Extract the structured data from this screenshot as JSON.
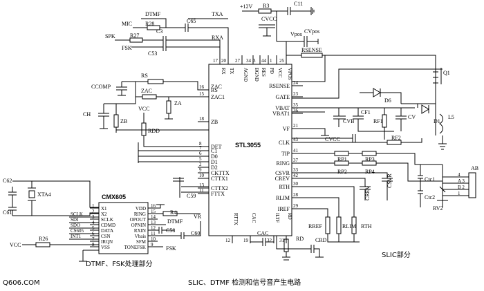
{
  "chips": {
    "slic": {
      "name": "STL3055"
    },
    "cmx": {
      "name": "CMX605"
    }
  },
  "labels": {
    "dtmf_top": "DTMF",
    "r28": "R28",
    "c65": "C65",
    "txa": "TXA",
    "mic": "MIC",
    "spk": "SPK",
    "r27": "R27",
    "c3": "C3",
    "rxa": "RXA",
    "fsk": "FSK",
    "c53": "C53",
    "plus12v": "+12V",
    "r3": "R3",
    "c11": "C11",
    "cvcc_top": "CVCC",
    "vpos": "Vpos",
    "cvpos": "CVpos",
    "rsense_top": "RSENSE",
    "q1": "Q1",
    "d6": "D6",
    "d1": "D1",
    "l5": "L5",
    "cvb": "CVB",
    "cf1": "CF1",
    "rf1": "RF1",
    "cv": "CV",
    "cvcc_mid": "CVCC",
    "rf2": "RF2",
    "rp1": "RP1",
    "rp3": "RP3",
    "rp2": "RP2",
    "rp4": "RP4",
    "csvr": "CSVR",
    "crev": "CREV",
    "ctc1": "Ctc1",
    "ctc2": "Ctc2",
    "rv2": "RV2",
    "ab": "AB",
    "rlim": "RLIM",
    "rth": "RTH",
    "rref": "RREF",
    "cac": "CAC",
    "rd": "RD",
    "crd": "CRD",
    "rs": "RS",
    "ccomp": "CCOMP",
    "zac": "ZAC",
    "za": "ZA",
    "ch": "CH",
    "zb": "ZB",
    "vcc1": "VCC",
    "rdd": "RDD",
    "c62": "C62",
    "c61": "C61",
    "xta4": "XTA4",
    "c59": "C59",
    "r4": "R4",
    "vr": "VR",
    "dtmf_mid": "DTMF",
    "c58": "C58",
    "c60": "C60",
    "fsk_mid": "FSK",
    "vcc2": "VCC",
    "r26": "R26"
  },
  "slic_pins_top": [
    {
      "num": "17",
      "name": "RX"
    },
    {
      "num": "20",
      "name": "TX"
    },
    {
      "num": "27",
      "name": "AGND"
    },
    {
      "num": "34",
      "name": "BGND"
    },
    {
      "num": "3",
      "name": "RES"
    },
    {
      "num": "44",
      "name": "PD"
    },
    {
      "num": "1",
      "name": "VCC"
    },
    {
      "num": "25",
      "name": "VPOS"
    }
  ],
  "slic_pins_left": [
    {
      "num": "16",
      "name": "RS"
    },
    {
      "num": "15",
      "name": "ZAC1"
    },
    {
      "num": "18",
      "name": "ZB"
    },
    {
      "num": "8",
      "name": "DET"
    },
    {
      "num": "7",
      "name": "C1"
    },
    {
      "num": "6",
      "name": "D0"
    },
    {
      "num": "5",
      "name": "D1"
    },
    {
      "num": "2",
      "name": "D2"
    },
    {
      "num": "9",
      "name": "CKTTX"
    },
    {
      "num": "10",
      "name": "CTTX1"
    },
    {
      "num": "13",
      "name": "CTTX2"
    },
    {
      "num": "11",
      "name": "FTTX"
    }
  ],
  "slic_pins_left_zac": {
    "num": "",
    "name": "ZAC"
  },
  "slic_pins_right": [
    {
      "num": "24",
      "name": "RSENSE"
    },
    {
      "num": "23",
      "name": "GATE"
    },
    {
      "num": "35",
      "name": "VBAT"
    },
    {
      "num": "36",
      "name": "VBAT1"
    },
    {
      "num": "21",
      "name": "VF"
    },
    {
      "num": "43",
      "name": "CLK"
    },
    {
      "num": "41",
      "name": "TIP"
    },
    {
      "num": "37",
      "name": "RING"
    },
    {
      "num": "33",
      "name": "CSVR"
    },
    {
      "num": "42",
      "name": "CREV"
    },
    {
      "num": "30",
      "name": "RTH"
    },
    {
      "num": "28",
      "name": "RLIM"
    },
    {
      "num": "29",
      "name": "IREF"
    }
  ],
  "slic_pins_bottom": [
    {
      "num": "12",
      "name": "RTTX"
    },
    {
      "num": "19",
      "name": "CAC"
    },
    {
      "num": "32",
      "name": "ILTF"
    },
    {
      "num": "31",
      "name": "RD"
    }
  ],
  "cmx_pins_left": [
    {
      "num": "1",
      "name": "X1"
    },
    {
      "num": "2",
      "name": "X2"
    },
    {
      "num": "3",
      "name": "SCLK"
    },
    {
      "num": "4",
      "name": "CDMD"
    },
    {
      "num": "5",
      "name": "DATA"
    },
    {
      "num": "6",
      "name": "CSN"
    },
    {
      "num": "7",
      "name": "IRQN"
    },
    {
      "num": "8",
      "name": "VSS"
    }
  ],
  "cmx_pins_right": [
    {
      "num": "16",
      "name": "VDD"
    },
    {
      "num": "15",
      "name": "RING"
    },
    {
      "num": "14",
      "name": "OPOUT"
    },
    {
      "num": "13",
      "name": "OPNIN"
    },
    {
      "num": "12",
      "name": "RXIN"
    },
    {
      "num": "11",
      "name": "Vbais"
    },
    {
      "num": "10",
      "name": "SFM"
    },
    {
      "num": "9",
      "name": "TONEFSK"
    }
  ],
  "cmx_bus": [
    "SCLK",
    "SDI",
    "SDO",
    "CS605",
    "INT1"
  ],
  "captions": {
    "dtmf_fsk_section": "DTMF、FSK处理部分",
    "slic_section": "SLIC部分",
    "main": "SLIC、DTMF 检测和信号音产生电路",
    "watermark": "Q606.COM"
  },
  "connector": {
    "pins": [
      "4",
      "A 3",
      "B 2",
      "1"
    ]
  }
}
